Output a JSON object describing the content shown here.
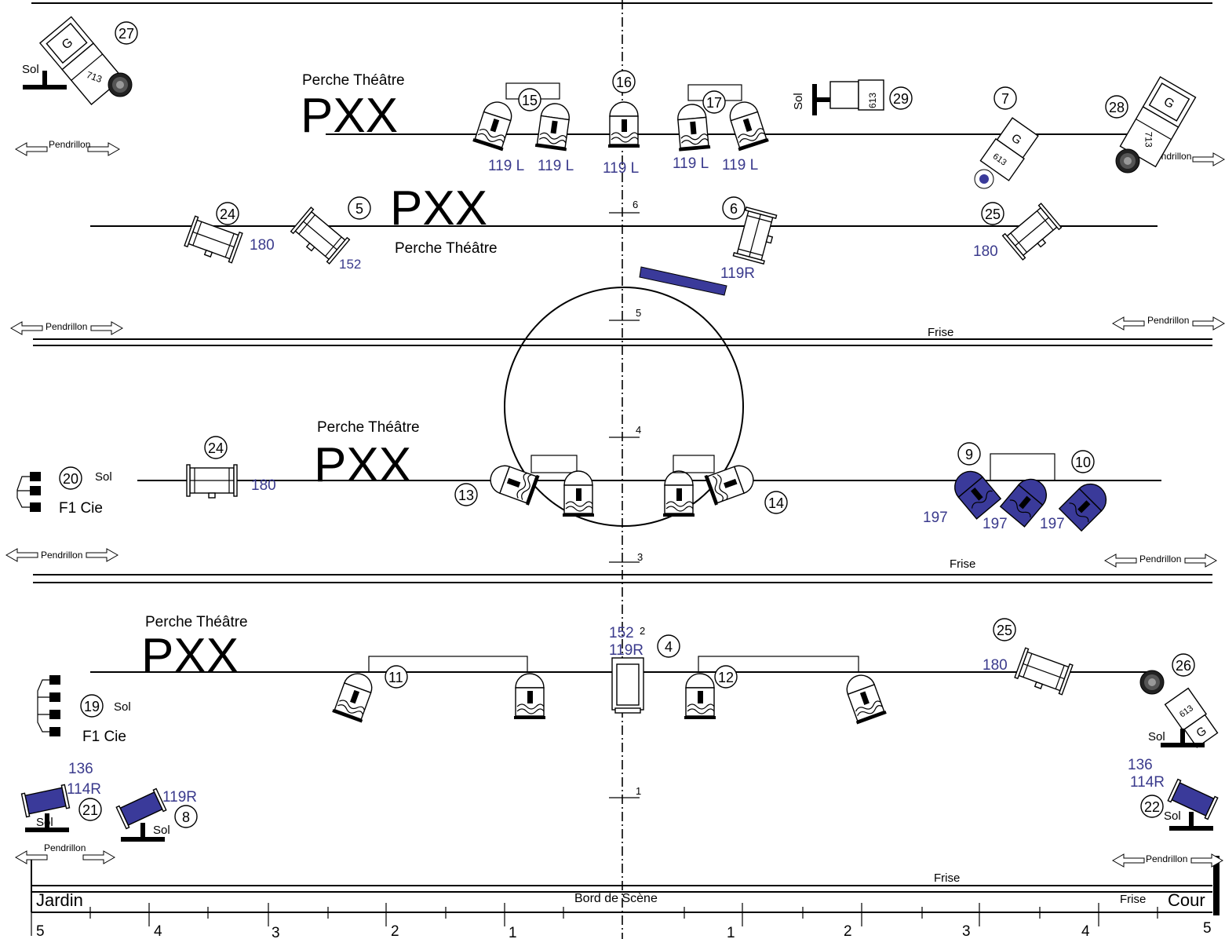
{
  "labels": {
    "perche": "Perche Théâtre",
    "pxx": "PXX",
    "pendrillon": "Pendrillon",
    "frise": "Frise",
    "sol": "Sol",
    "f1_cie": "F1 Cie",
    "jardin": "Jardin",
    "cour": "Cour",
    "bord_de_scene": "Bord de Scène"
  },
  "numbers": {
    "n1": "1",
    "n2": "2",
    "n3": "3",
    "n4": "4",
    "n5": "5",
    "n6": "6",
    "n7": "7",
    "n8": "8",
    "n9": "9",
    "n10": "10",
    "n11": "11",
    "n12": "12",
    "n13": "13",
    "n14": "14",
    "n15": "15",
    "n16": "16",
    "n17": "17",
    "n19": "19",
    "n20": "20",
    "n21": "21",
    "n22": "22",
    "n24": "24",
    "n25": "25",
    "n26": "26",
    "n27": "27",
    "n28": "28",
    "n29": "29"
  },
  "gels": {
    "g119l": "119 L",
    "g180": "180",
    "g152": "152",
    "g119r": "119R",
    "g197": "197",
    "g136": "136",
    "g114r": "114R"
  },
  "unit_marks": {
    "g": "G",
    "m713": "713",
    "m613": "613"
  },
  "scale": {
    "depth": [
      "1",
      "2",
      "3",
      "4",
      "5",
      "6"
    ],
    "left": [
      "5",
      "4",
      "3",
      "2",
      "1"
    ],
    "right": [
      "1",
      "2",
      "3",
      "4",
      "5"
    ]
  },
  "colors": {
    "gel_text": "#3a3a8c",
    "blue_unit": "#3a3a9a"
  }
}
